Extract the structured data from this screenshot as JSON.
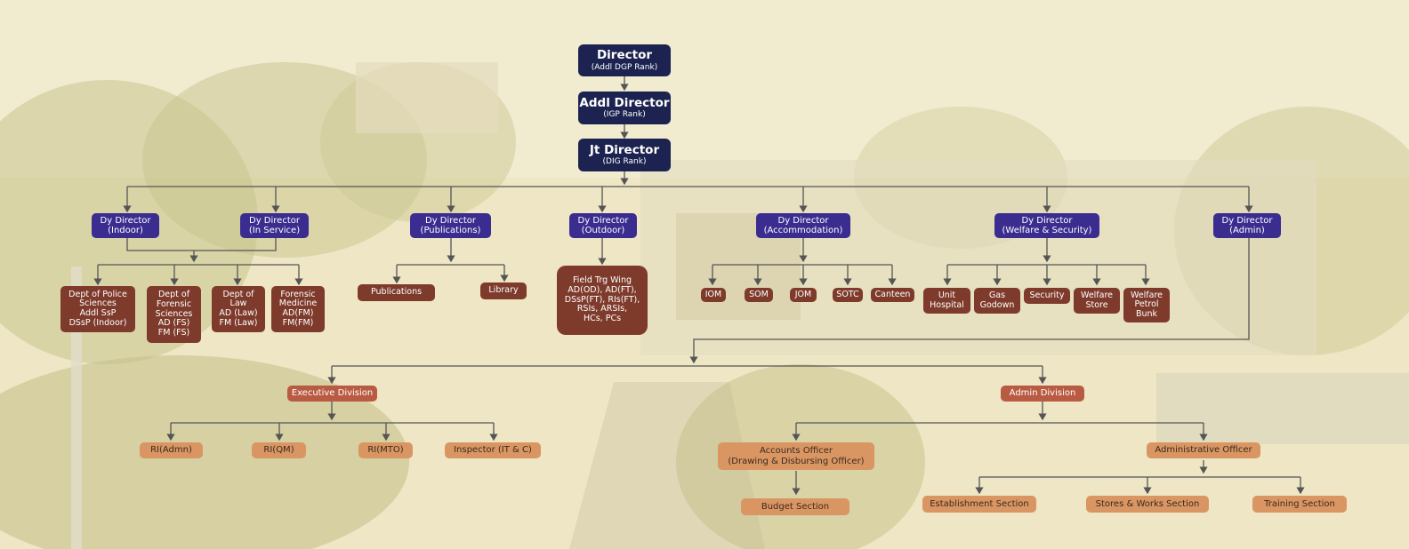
{
  "colors": {
    "top_level": "#1d2350",
    "deputy": "#3a2d8f",
    "unit": "#7e3b2c",
    "division": "#b85b42",
    "section": "#d99663",
    "connector": "#555555",
    "background_overlay": "#efe7c6"
  },
  "chart": {
    "director": {
      "title": "Director",
      "rank": "(Addl DGP Rank)"
    },
    "addl_director": {
      "title": "Addl Director",
      "rank": "(IGP Rank)"
    },
    "jt_director": {
      "title": "Jt Director",
      "rank": "(DIG Rank)"
    },
    "dy_directors": {
      "indoor": "Dy Director\n(Indoor)",
      "in_service": "Dy Director\n(In Service)",
      "publications": "Dy Director\n(Publications)",
      "outdoor": "Dy Director\n(Outdoor)",
      "accommodation": "Dy Director\n(Accommodation)",
      "welfare": "Dy Director\n(Welfare & Security)",
      "admin": "Dy Director\n(Admin)"
    },
    "indoor_units": [
      "Dept of Police\nSciences\nAddl SsP\nDSsP (Indoor)",
      "Dept of\nForensic\nSciences\nAD (FS)\nFM (FS)",
      "Dept of\nLaw\nAD (Law)\nFM (Law)",
      "Forensic\nMedicine\nAD(FM)\nFM(FM)"
    ],
    "publication_units": [
      "Publications",
      "Library"
    ],
    "outdoor_unit": "Field Trg Wing\nAD(OD), AD(FT),\nDSsP(FT), RIs(FT),\nRSIs, ARSIs,\nHCs, PCs",
    "accommodation_units": [
      "IOM",
      "SOM",
      "JOM",
      "SOTC",
      "Canteen"
    ],
    "welfare_units": [
      "Unit\nHospital",
      "Gas\nGodown",
      "Security",
      "Welfare\nStore",
      "Welfare\nPetrol\nBunk"
    ],
    "executive_division": "Executive Division",
    "admin_division": "Admin Division",
    "executive_sections": [
      "RI(Admn)",
      "RI(QM)",
      "RI(MTO)",
      "Inspector (IT & C)"
    ],
    "accounts_officer": "Accounts Officer\n(Drawing & Disbursing Officer)",
    "administrative_officer": "Administrative Officer",
    "budget_section": "Budget Section",
    "admin_sections": [
      "Establishment Section",
      "Stores & Works Section",
      "Training Section"
    ]
  }
}
